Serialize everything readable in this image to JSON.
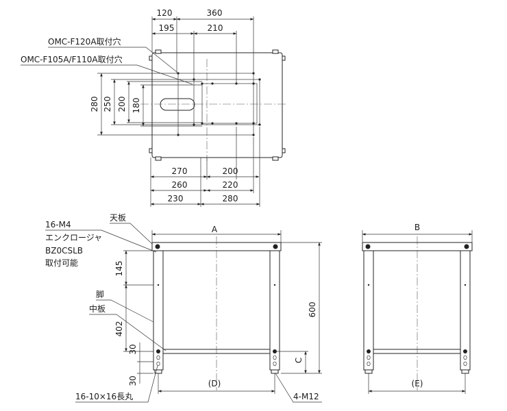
{
  "top_view": {
    "dims_top": [
      "120",
      "360",
      "195",
      "210"
    ],
    "dims_left": [
      "280",
      "250",
      "200",
      "180"
    ],
    "dims_bottom": [
      "270",
      "200",
      "260",
      "220",
      "230",
      "280"
    ],
    "label_f120": "OMC-F120A取付穴",
    "label_f105": "OMC-F105A/F110A取付穴"
  },
  "front_view": {
    "label_m4": "16-M4",
    "label_tenban": "天板",
    "label_encl_1": "エンクロージャ",
    "label_encl_2": "BZ0CSLB",
    "label_encl_3": "取付可能",
    "label_leg": "脚",
    "label_shelf": "中板",
    "dim_a": "A",
    "dim_145": "145",
    "dim_402": "402",
    "dim_30a": "30",
    "dim_30b": "30",
    "dim_600": "600",
    "dim_c": "C",
    "dim_d": "(D)",
    "label_slot": "16-10×16長丸",
    "label_m12": "4-M12"
  },
  "side_view": {
    "dim_b": "B",
    "dim_e": "(E)"
  }
}
